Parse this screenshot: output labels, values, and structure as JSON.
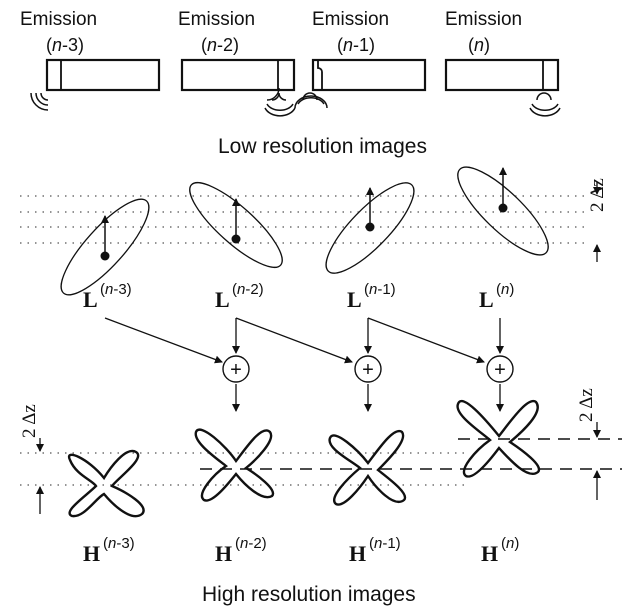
{
  "emissions": [
    {
      "title": "Emission",
      "sub_open": "(",
      "sub_var": "n",
      "sub_suffix": "-3)"
    },
    {
      "title": "Emission",
      "sub_open": "(",
      "sub_var": "n",
      "sub_suffix": "-2)"
    },
    {
      "title": "Emission",
      "sub_open": "(",
      "sub_var": "n",
      "sub_suffix": "-1)"
    },
    {
      "title": "Emission",
      "sub_open": "(",
      "sub_var": "n",
      "sub_suffix": ")"
    }
  ],
  "low_res_title": "Low resolution images",
  "high_res_title": "High resolution images",
  "dz_label": "2 Δz",
  "plus_symbol": "+",
  "low_labels": [
    {
      "base": "L",
      "sup_open": "(",
      "sup_var": "n",
      "sup_suffix": "-3)"
    },
    {
      "base": "L",
      "sup_open": "(",
      "sup_var": "n",
      "sup_suffix": "-2)"
    },
    {
      "base": "L",
      "sup_open": "(",
      "sup_var": "n",
      "sup_suffix": "-1)"
    },
    {
      "base": "L",
      "sup_open": "(",
      "sup_var": "n",
      "sup_suffix": ")"
    }
  ],
  "high_labels": [
    {
      "base": "H",
      "sup_open": "(",
      "sup_var": "n",
      "sup_suffix": "-3)"
    },
    {
      "base": "H",
      "sup_open": "(",
      "sup_var": "n",
      "sup_suffix": "-2)"
    },
    {
      "base": "H",
      "sup_open": "(",
      "sup_var": "n",
      "sup_suffix": "-1)"
    },
    {
      "base": "H",
      "sup_open": "(",
      "sup_var": "n",
      "sup_suffix": ")"
    }
  ]
}
